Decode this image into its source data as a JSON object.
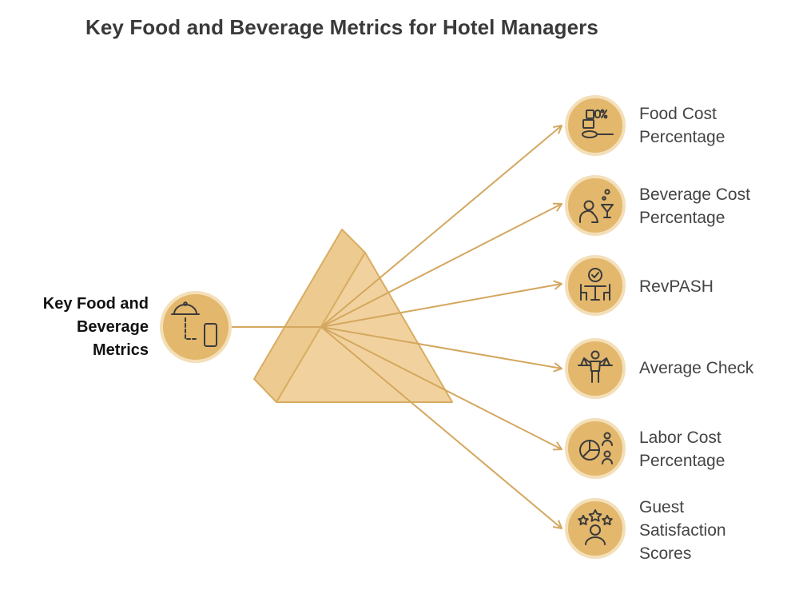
{
  "title": "Key Food and Beverage Metrics for Hotel Managers",
  "source": {
    "label_lines": [
      "Key Food and",
      "Beverage",
      "Metrics"
    ],
    "icon": "food-service-cloche-phone-icon"
  },
  "metrics": [
    {
      "id": "food-cost",
      "label_lines": [
        "Food Cost",
        "Percentage"
      ],
      "icon": "food-cost-percent-icon"
    },
    {
      "id": "beverage-cost",
      "label_lines": [
        "Beverage Cost",
        "Percentage"
      ],
      "icon": "beverage-cocktail-icon"
    },
    {
      "id": "revpash",
      "label_lines": [
        "RevPASH"
      ],
      "icon": "dining-table-seats-icon"
    },
    {
      "id": "average-check",
      "label_lines": [
        "Average Check"
      ],
      "icon": "person-balance-icon"
    },
    {
      "id": "labor-cost",
      "label_lines": [
        "Labor Cost",
        "Percentage"
      ],
      "icon": "pie-chart-people-icon"
    },
    {
      "id": "guest-satisfaction",
      "label_lines": [
        "Guest",
        "Satisfaction",
        "Scores"
      ],
      "icon": "person-stars-icon"
    }
  ],
  "colors": {
    "accent": "#d4a75f",
    "circle_fill": "#e3b76c",
    "circle_stroke": "#f3dfb8",
    "prism_fill": "#f1d29e",
    "prism_stroke": "#d9ad62",
    "icon_stroke": "#3b3b3b"
  }
}
